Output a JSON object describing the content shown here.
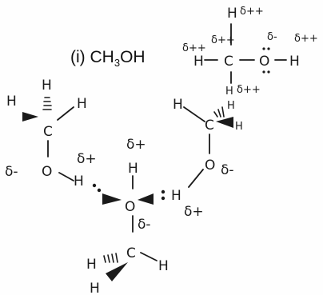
{
  "title": {
    "prefix": "(i) CH",
    "sub": "3",
    "suffix": "OH"
  },
  "labels": {
    "H": "H",
    "C": "C",
    "O": "O",
    "delta_minus": "δ-",
    "delta_plus": "δ+",
    "delta_pp": "δ++"
  }
}
